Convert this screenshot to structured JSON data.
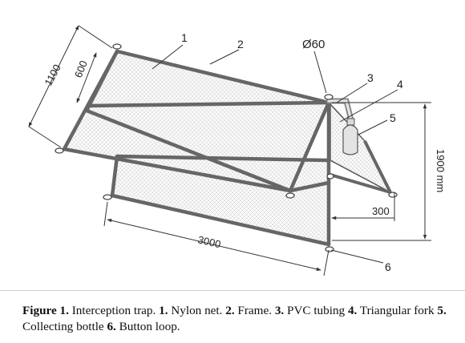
{
  "diagram": {
    "callouts": [
      "1",
      "2",
      "Ø60",
      "3",
      "4",
      "5",
      "6"
    ],
    "dimensions": {
      "roof_width": "1100",
      "panel_width": "600",
      "length": "3000",
      "height": "1900 mm",
      "fork_offset": "300"
    }
  },
  "caption": {
    "label": "Figure 1.",
    "title": "Interception trap.",
    "items": [
      {
        "num": "1.",
        "text": "Nylon net."
      },
      {
        "num": "2.",
        "text": "Frame."
      },
      {
        "num": "3.",
        "text": "PVC tubing"
      },
      {
        "num": "4.",
        "text": "Triangular fork"
      },
      {
        "num": "5.",
        "text": "Collecting bottle"
      },
      {
        "num": "6.",
        "text": "Button loop."
      }
    ]
  }
}
